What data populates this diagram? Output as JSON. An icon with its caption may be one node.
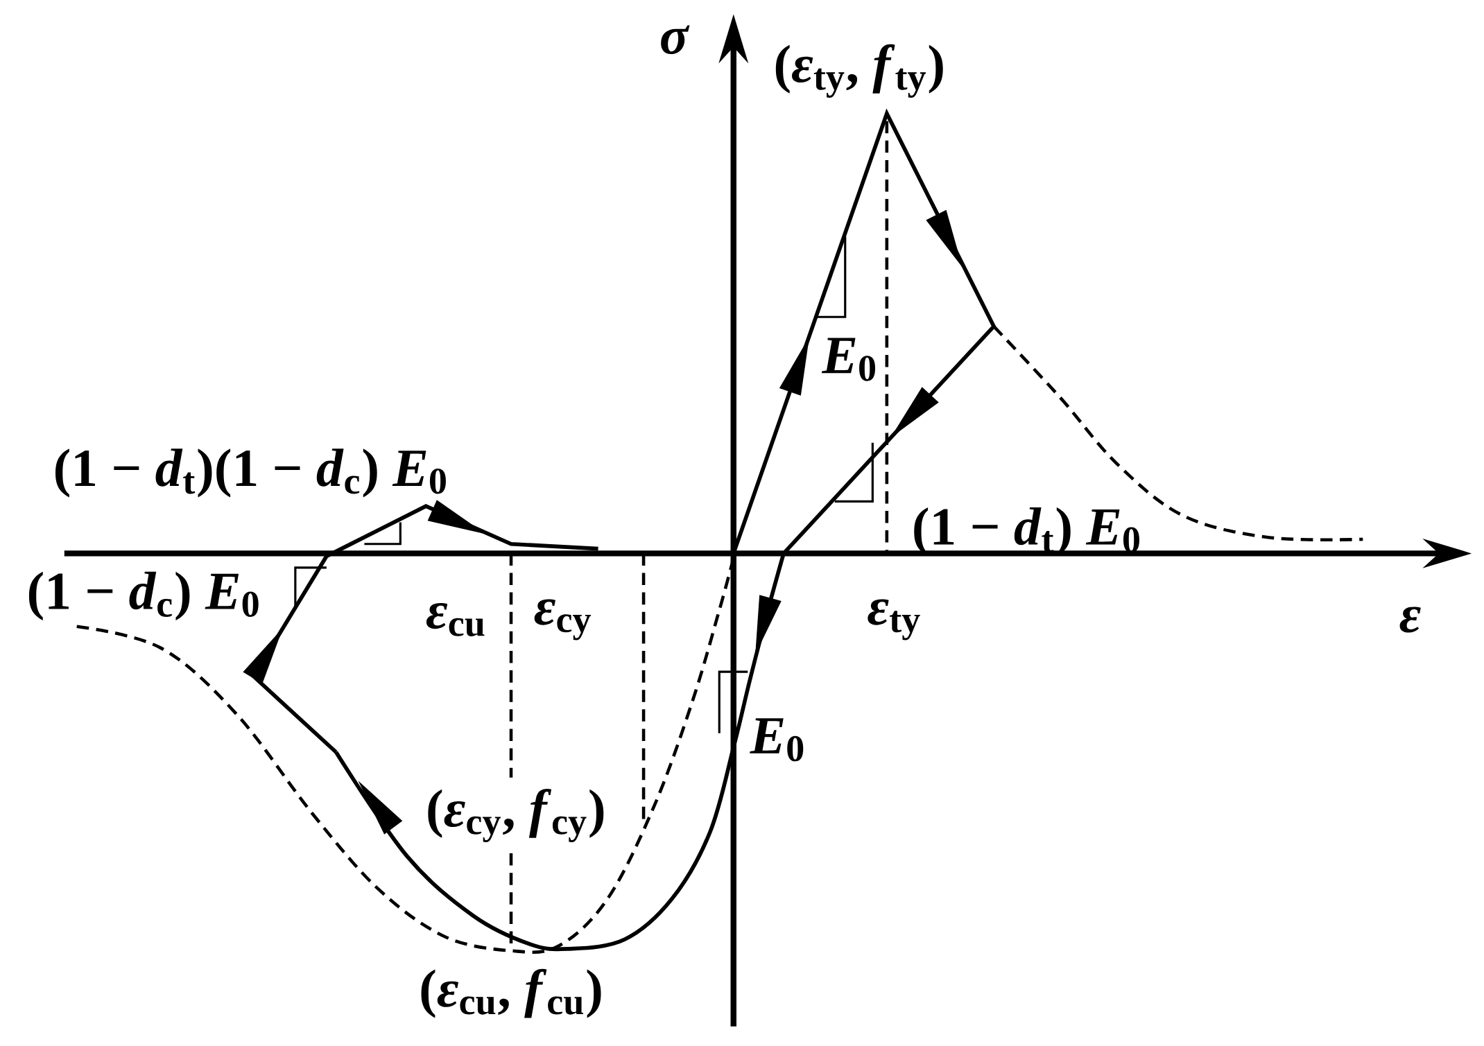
{
  "diagram": {
    "labels": [
      "σ",
      "(*ε*$_{ty}$, *f*$_{ty}$)",
      "*E*$_{0}$",
      "(1 − *d*$_{t}$)(1 − *d*$_{c}$) *E*$_{0}$",
      "(1 − *d*$_{t}$) *E*$_{0}$",
      "(1 − *d*$_{c}$) *E*$_{0}$",
      "*ε*$_{cu}$",
      "*ε*$_{cy}$",
      "*ε*$_{ty}$",
      "ε",
      "*E*$_{0}$",
      "(*ε*$_{cy}$, *f*$_{cy}$)",
      "(*ε*$_{cu}$, *f*$_{cu}$)"
    ]
  }
}
